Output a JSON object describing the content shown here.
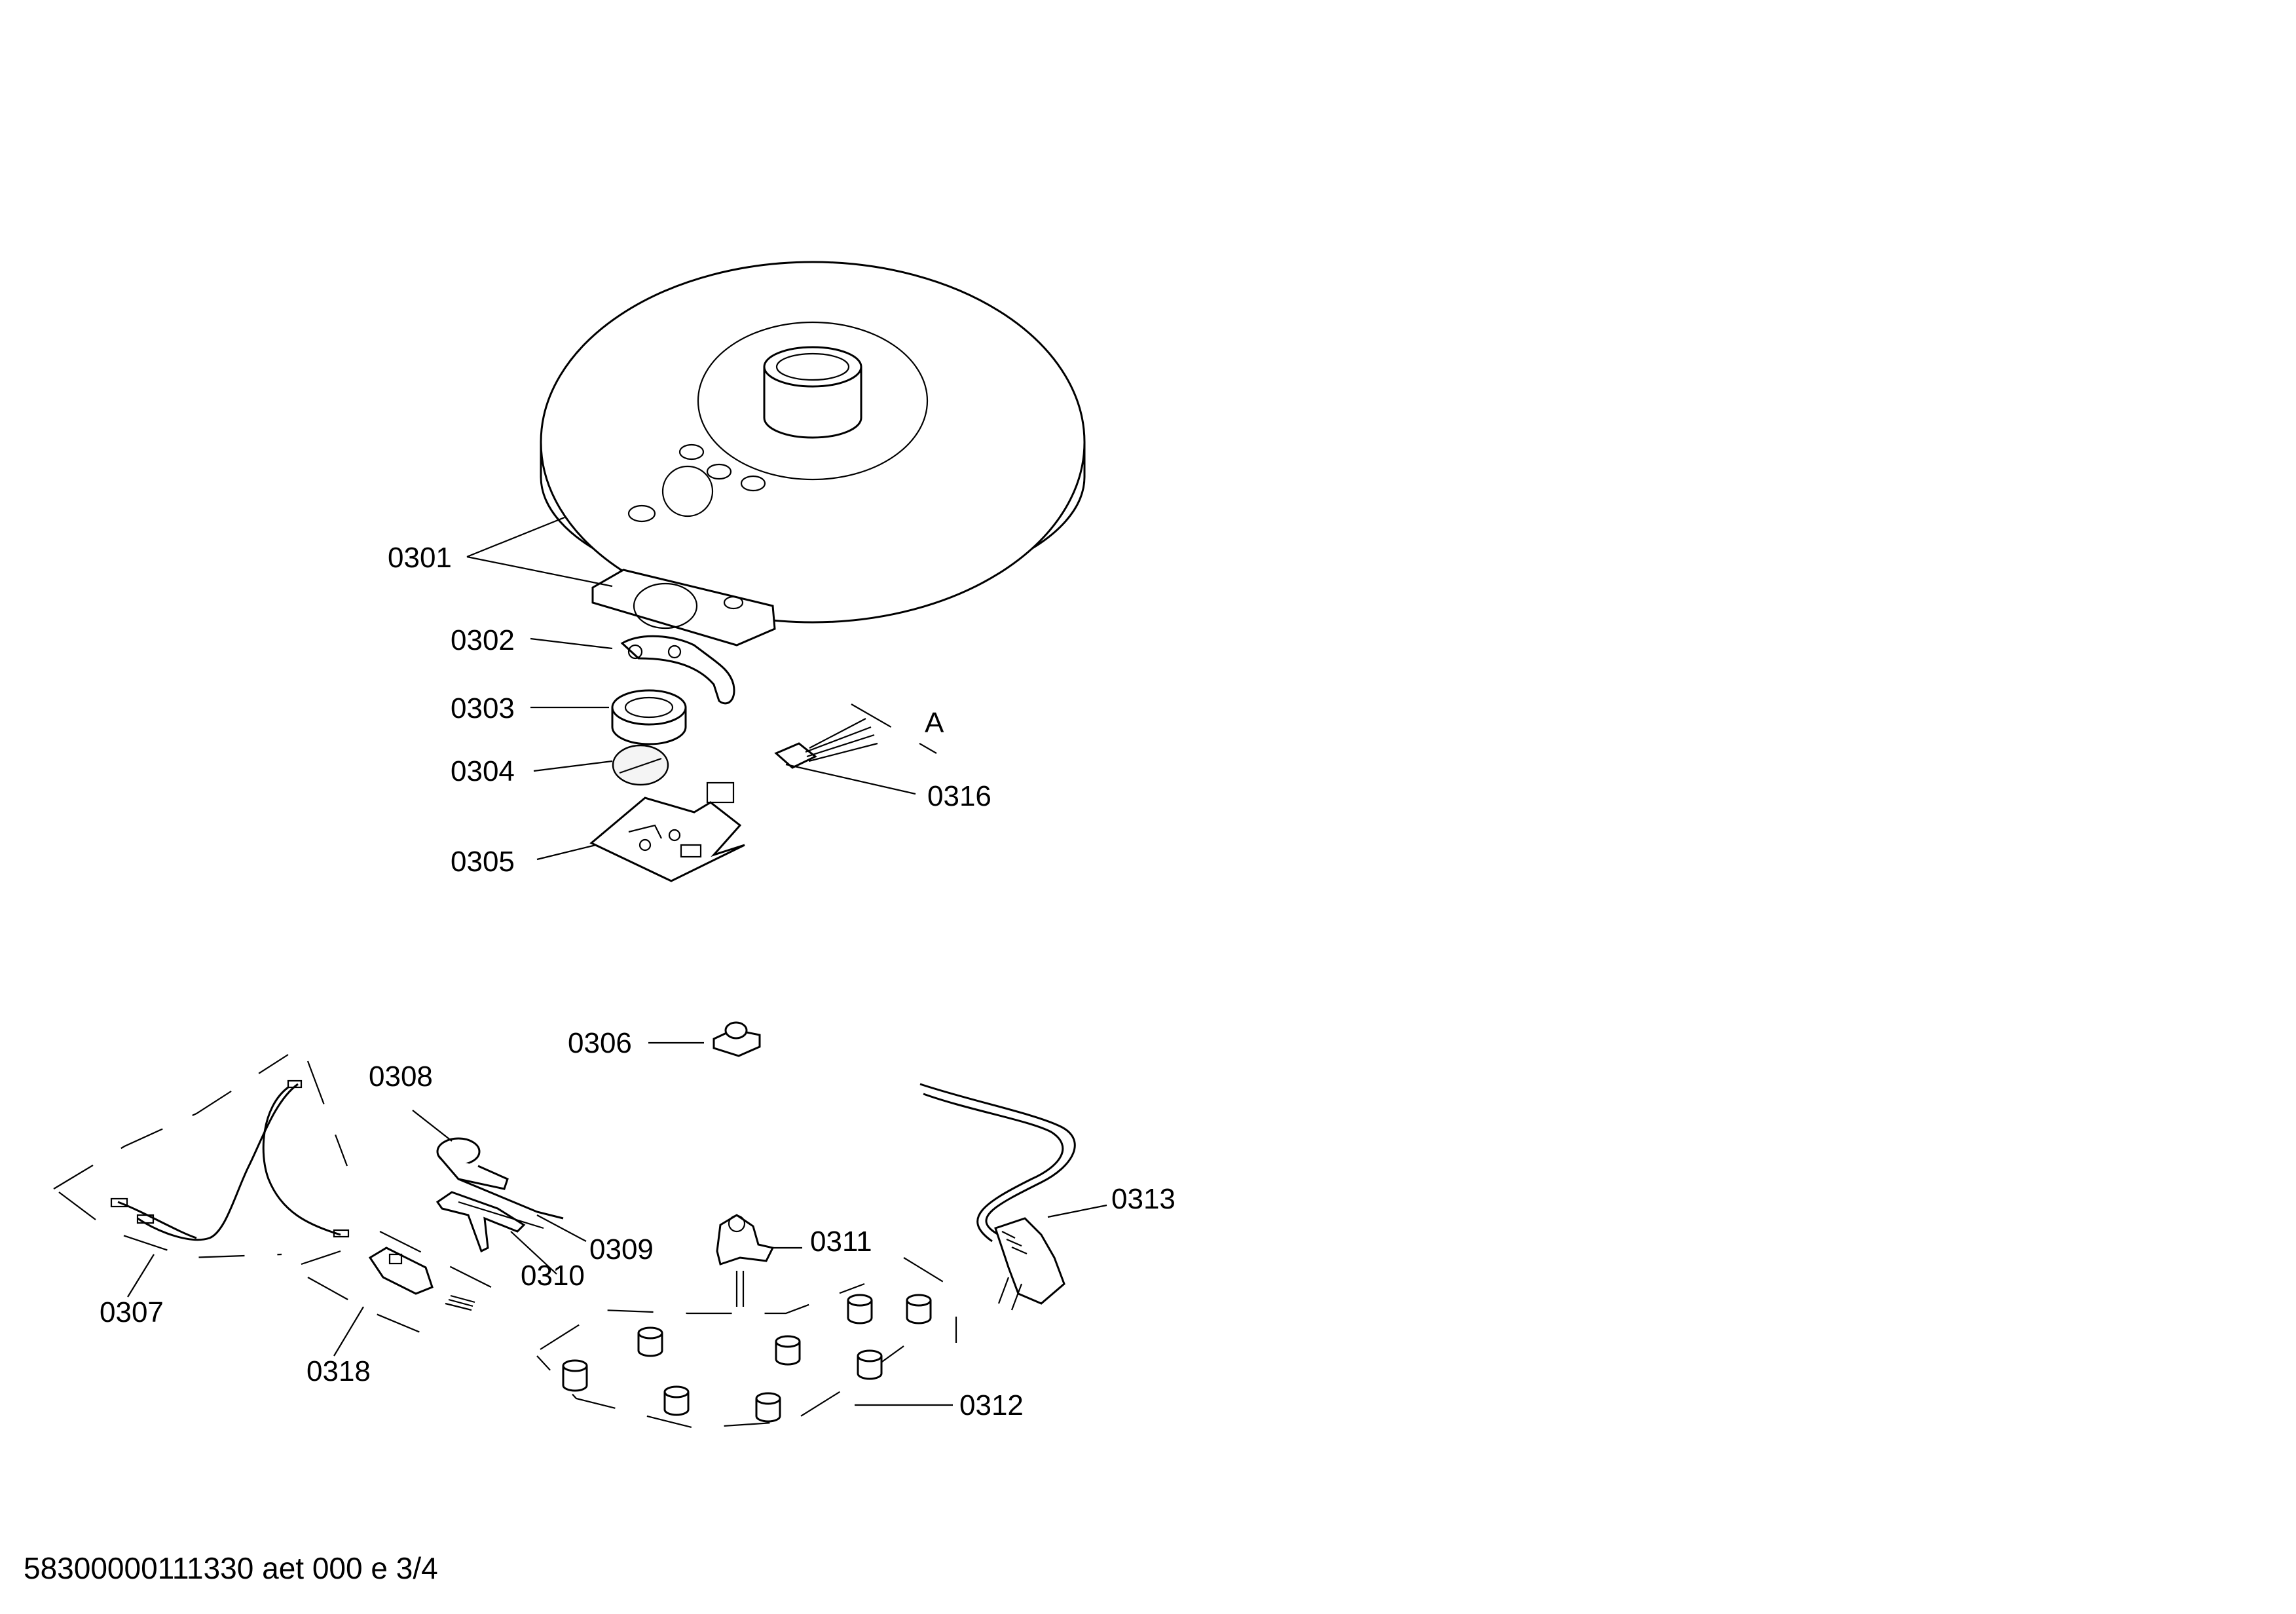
{
  "labels": {
    "p0301": "0301",
    "p0302": "0302",
    "p0303": "0303",
    "p0304": "0304",
    "p0305": "0305",
    "p0306": "0306",
    "p0307": "0307",
    "p0308": "0308",
    "p0309": "0309",
    "p0310": "0310",
    "p0311": "0311",
    "p0312": "0312",
    "p0313": "0313",
    "p0316": "0316",
    "p0318": "0318",
    "connector_ref": "A"
  },
  "footer": {
    "doc_id": "58300000111330 aet 000 e 3/4"
  }
}
